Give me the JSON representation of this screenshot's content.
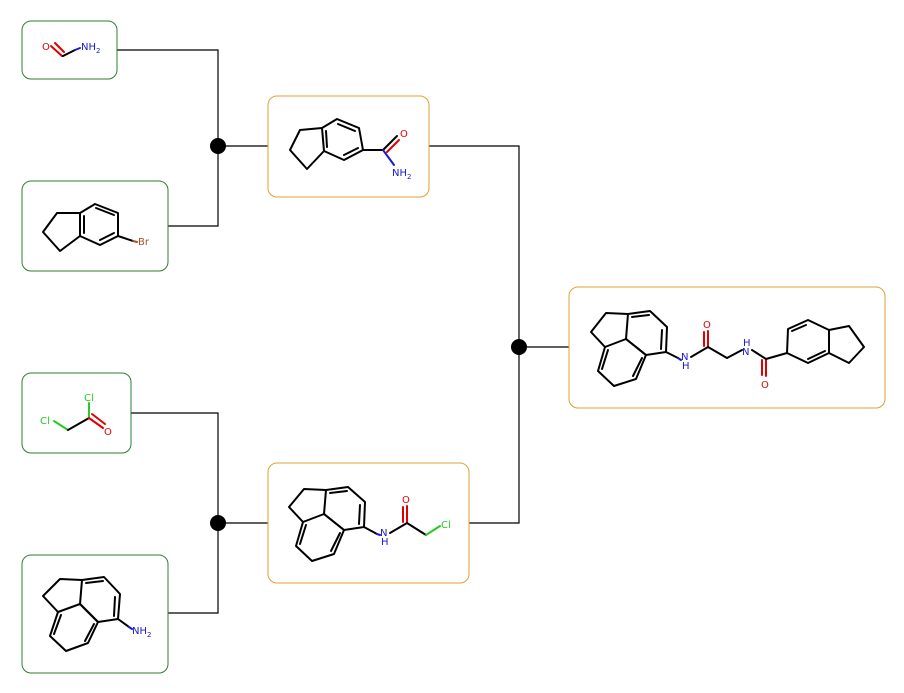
{
  "colors": {
    "starting_material_border": "#2e7d32",
    "intermediate_border": "#e0a030",
    "oxygen": "#e00000",
    "nitrogen": "#1a1acc",
    "chlorine": "#22cc22",
    "bromine": "#a0522d",
    "carbon_bond": "#000000"
  },
  "molecules": {
    "formamide": {
      "o": "O",
      "n": "NH",
      "sub": "2"
    },
    "bromoindane": {
      "br": "Br"
    },
    "indane_carboxamide": {
      "o": "O",
      "n": "NH",
      "sub": "2"
    },
    "chloroacetyl_chloride": {
      "cl1": "Cl",
      "cl2": "Cl",
      "o": "O"
    },
    "aminoacenaphthene": {
      "n": "NH",
      "sub": "2"
    },
    "chloroacetamide": {
      "o": "O",
      "nh": "N",
      "h": "H",
      "cl": "Cl"
    },
    "product": {
      "o1": "O",
      "o2": "O",
      "n1": "N",
      "h1": "H",
      "n2": "N",
      "h2": "H"
    }
  }
}
